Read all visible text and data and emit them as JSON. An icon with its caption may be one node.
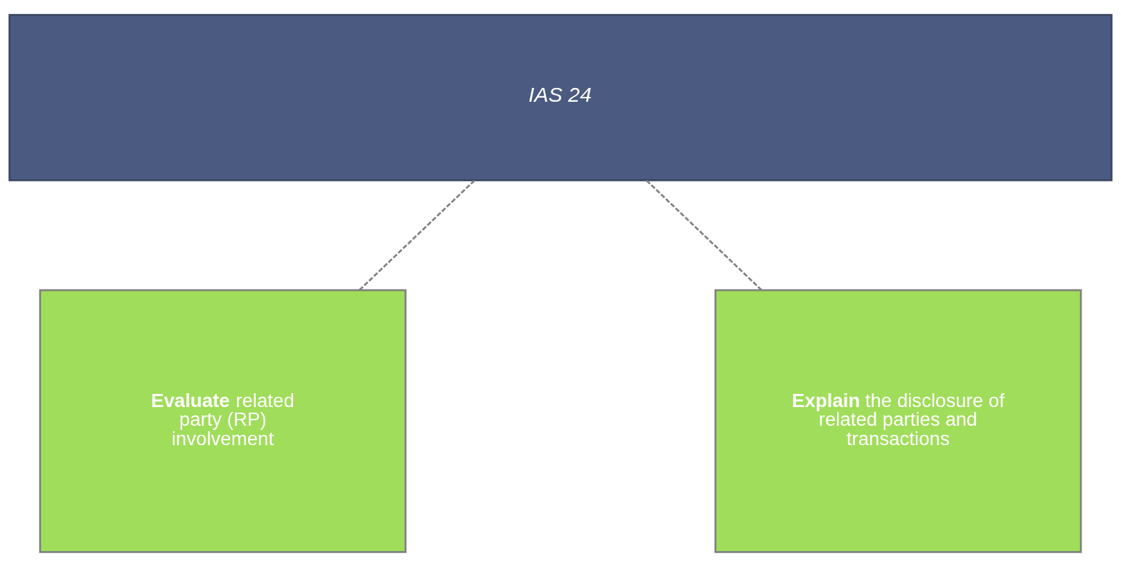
{
  "diagram": {
    "nodes": [
      {
        "text": [
          "IAS 24"
        ]
      },
      {
        "text": [
          "**Evaluate** related party (RP) involvement"
        ]
      },
      {
        "text": [
          "**Explain** the disclosure of related parties and transactions"
        ]
      }
    ],
    "edges": [
      {
        "from": 0,
        "to": 1,
        "arrow": "none",
        "style": "dashed"
      },
      {
        "from": 0,
        "to": 2,
        "arrow": "none",
        "style": "dashed"
      }
    ]
  }
}
